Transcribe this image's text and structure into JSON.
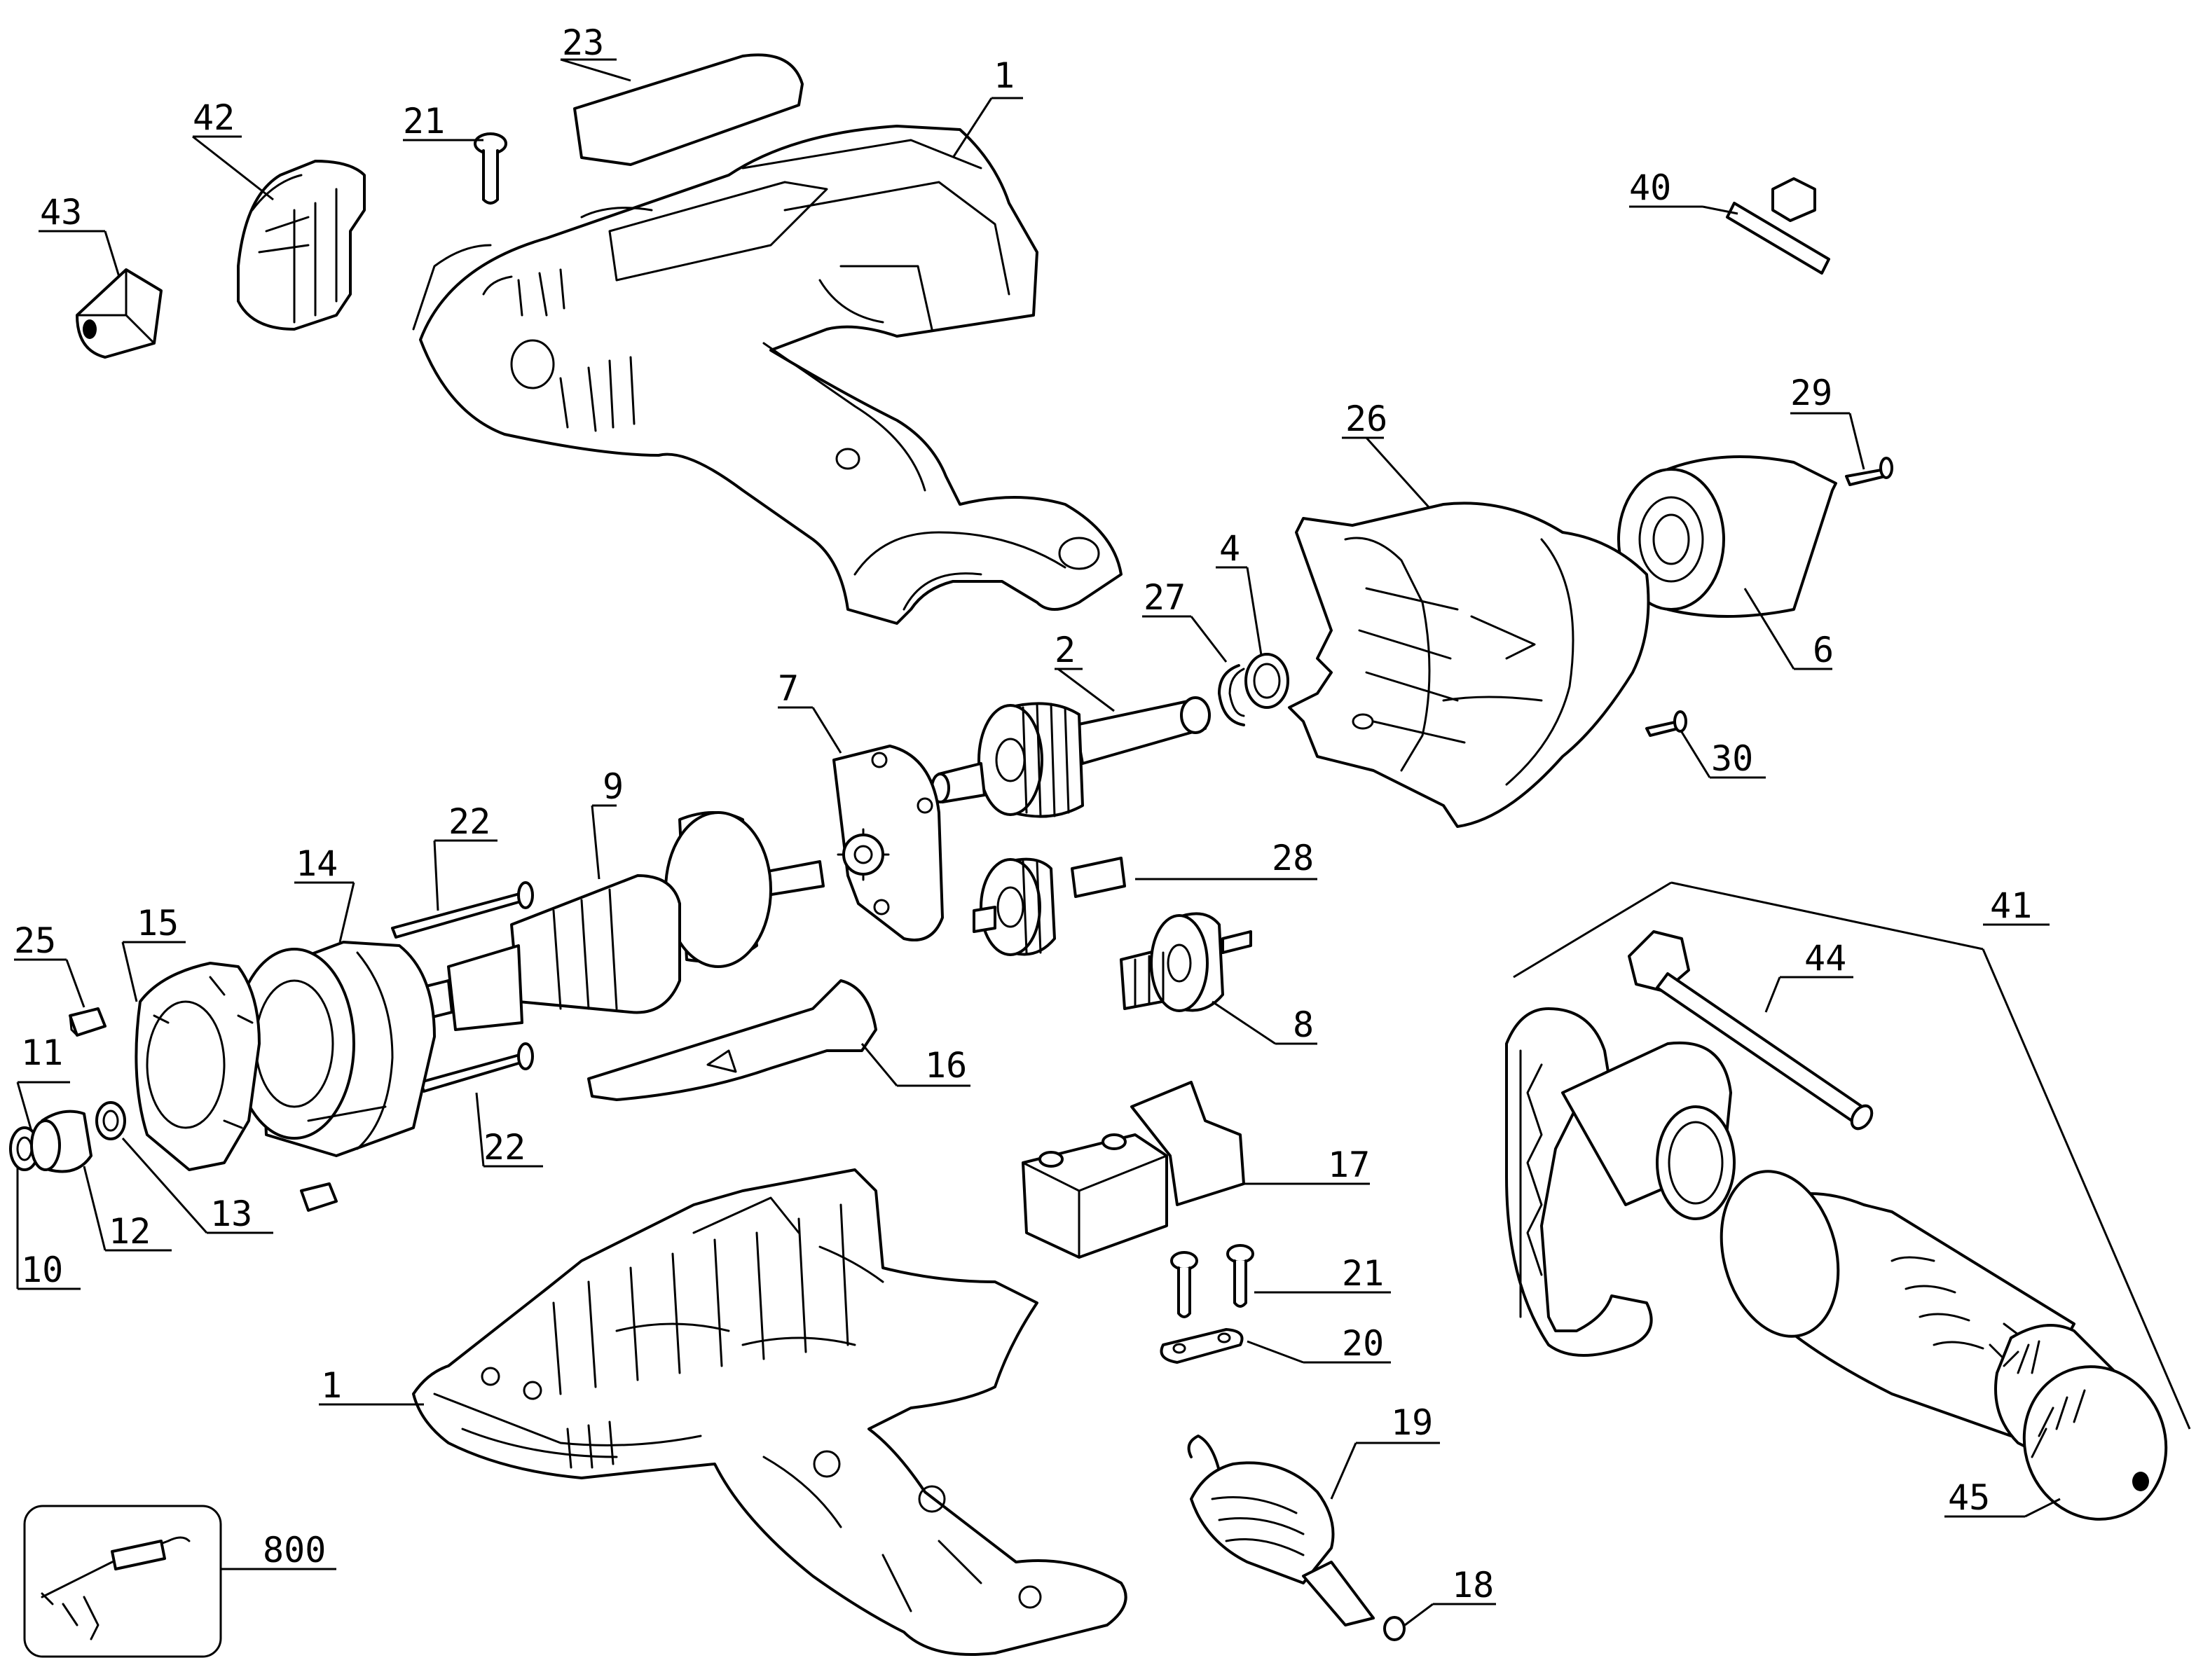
{
  "labels": {
    "l1_top": "1",
    "l1_bottom": "1",
    "l2": "2",
    "l4": "4",
    "l6": "6",
    "l7": "7",
    "l8": "8",
    "l9": "9",
    "l10": "10",
    "l11": "11",
    "l12": "12",
    "l13": "13",
    "l14": "14",
    "l15": "15",
    "l16": "16",
    "l17": "17",
    "l18": "18",
    "l19": "19",
    "l20": "20",
    "l21_top": "21",
    "l21_mid": "21",
    "l22_top": "22",
    "l22_bottom": "22",
    "l23": "23",
    "l25": "25",
    "l26": "26",
    "l27": "27",
    "l28": "28",
    "l29": "29",
    "l30": "30",
    "l40": "40",
    "l41": "41",
    "l42": "42",
    "l43": "43",
    "l44": "44",
    "l45": "45",
    "l800": "800"
  }
}
